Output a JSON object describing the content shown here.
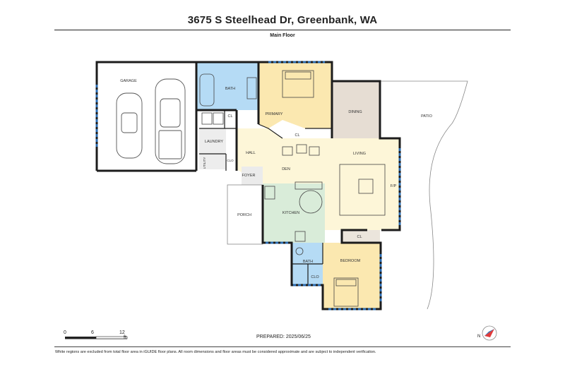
{
  "header": {
    "address": "3675 S Steelhead Dr, Greenbank, WA",
    "floor": "Main Floor"
  },
  "rooms": {
    "garage": "GARAGE",
    "bath_main": "BATH",
    "primary": "PRIMARY",
    "dining": "DINING",
    "patio": "PATIO",
    "cl_small": "CL",
    "cl_primary": "CL",
    "laundry": "LAUNDRY",
    "utility": "UTILITY",
    "clo_hall": "CLO",
    "hall": "HALL",
    "den": "DEN",
    "living": "LIVING",
    "foyer": "FOYER",
    "fp": "F/P",
    "porch": "PORCH",
    "kitchen": "KITCHEN",
    "cl_bed": "CL",
    "bath_small": "BATH",
    "clo_bath": "CLO",
    "bedroom": "BEDROOM"
  },
  "scale": {
    "ticks": [
      "0",
      "6",
      "12"
    ],
    "unit": "ft"
  },
  "prepared": "PREPARED: 2025/06/25",
  "footer": "White regions are excluded from total floor area in iGUIDE floor plans. All room dimensions and floor areas must be considered approximate and are subject to independent verification.",
  "colors": {
    "bath": "#b5dbf5",
    "primary": "#fbe8b0",
    "dining": "#e6ddd3",
    "living": "#fdf6d8",
    "kitchen": "#d9ecd9",
    "bedroom": "#fbe8b0",
    "wall": "#1c1c1c",
    "window": "#2a6bb0",
    "compass": "#e03a3a"
  }
}
